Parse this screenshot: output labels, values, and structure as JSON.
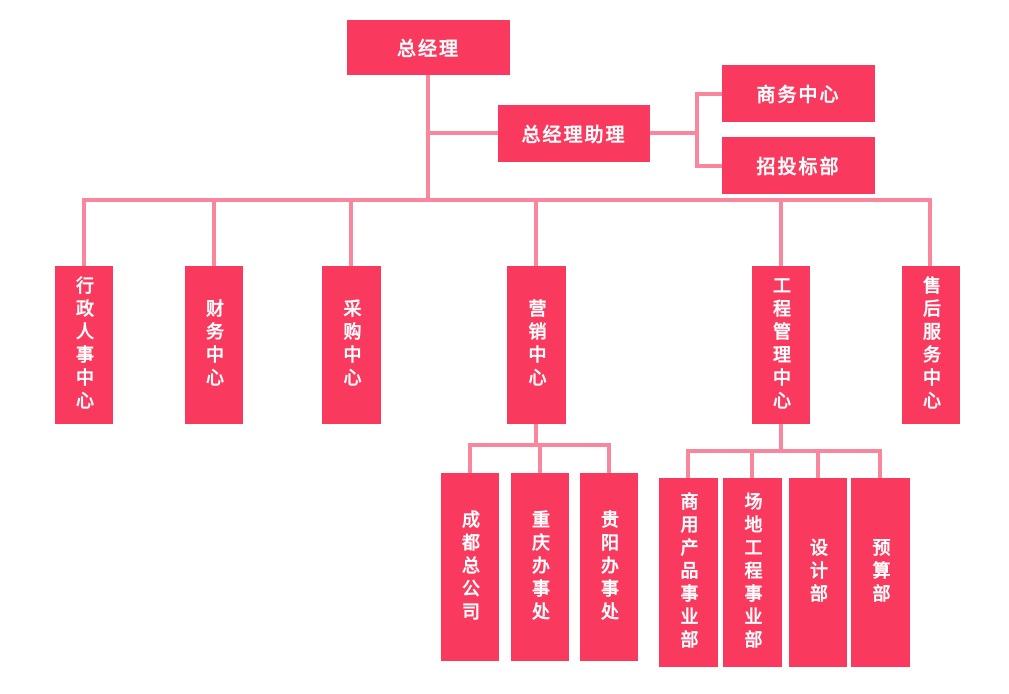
{
  "colors": {
    "node_fill": "#f93a5e",
    "connector": "#f8879d",
    "node_text": "#ffffff",
    "background": "#ffffff"
  },
  "org": {
    "root": {
      "label": "总经理"
    },
    "assistant": {
      "label": "总经理助理"
    },
    "assistant_children": [
      {
        "label": "商务中心"
      },
      {
        "label": "招投标部"
      }
    ],
    "departments": [
      {
        "label": "行政人事中心"
      },
      {
        "label": "财务中心"
      },
      {
        "label": "采购中心"
      },
      {
        "label": "营销中心"
      },
      {
        "label": "工程管理中心"
      },
      {
        "label": "售后服务中心"
      }
    ],
    "marketing_children": [
      {
        "label": "成都总公司"
      },
      {
        "label": "重庆办事处"
      },
      {
        "label": "贵阳办事处"
      }
    ],
    "engineering_children": [
      {
        "label": "商用产品事业部"
      },
      {
        "label": "场地工程事业部"
      },
      {
        "label": "设计部"
      },
      {
        "label": "预算部"
      }
    ]
  }
}
